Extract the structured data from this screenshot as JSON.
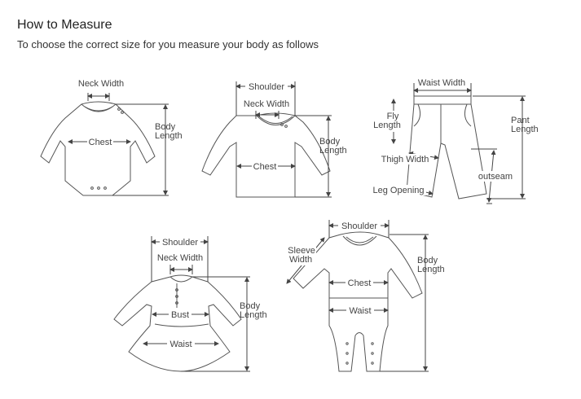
{
  "header": {
    "title": "How to Measure",
    "subtitle": "To choose the correct size for you measure your body as follows"
  },
  "garments": {
    "bodysuit": {
      "neck_width": "Neck Width",
      "chest": "Chest",
      "body_length_1": "Body",
      "body_length_2": "Length"
    },
    "tshirt": {
      "shoulder": "Shoulder",
      "neck_width": "Neck Width",
      "chest": "Chest",
      "body_length_1": "Body",
      "body_length_2": "Length"
    },
    "pants": {
      "waist_width": "Waist Width",
      "fly_length_1": "Fly",
      "fly_length_2": "Length",
      "pant_length_1": "Pant",
      "pant_length_2": "Length",
      "thigh_width": "Thigh Width",
      "outseam": "outseam",
      "leg_opening": "Leg Opening"
    },
    "dress": {
      "shoulder": "Shoulder",
      "neck_width": "Neck Width",
      "bust": "Bust",
      "waist": "Waist",
      "body_length_1": "Body",
      "body_length_2": "Length"
    },
    "romper": {
      "shoulder": "Shoulder",
      "sleeve_width_1": "Sleeve",
      "sleeve_width_2": "Width",
      "chest": "Chest",
      "waist": "Waist",
      "body_length_1": "Body",
      "body_length_2": "Length"
    }
  }
}
